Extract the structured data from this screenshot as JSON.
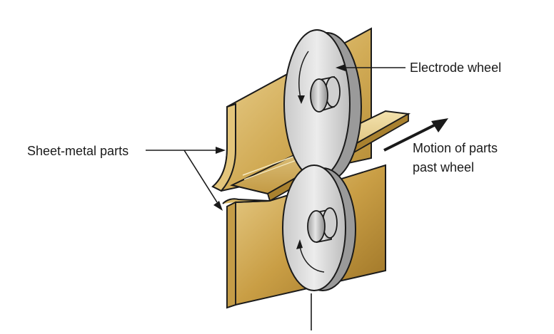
{
  "labels": {
    "electrode_wheel": "Electrode wheel",
    "sheet_metal_parts": "Sheet-metal parts",
    "motion_line1": "Motion of parts",
    "motion_line2": "past wheel"
  },
  "colors": {
    "sheet_light": "#e8cf8a",
    "sheet_mid": "#c9a24a",
    "sheet_dark": "#8a6418",
    "sheet_edge": "#f0dca0",
    "wheel_face": "#e2e2e2",
    "wheel_rim": "#a9a9a9",
    "wheel_shadow": "#8f8f8f",
    "outline": "#1a1a1a"
  },
  "icons": {
    "rotation_top": "counterclockwise-arrow",
    "rotation_bottom": "counterclockwise-arrow",
    "motion": "arrow-up-right"
  }
}
